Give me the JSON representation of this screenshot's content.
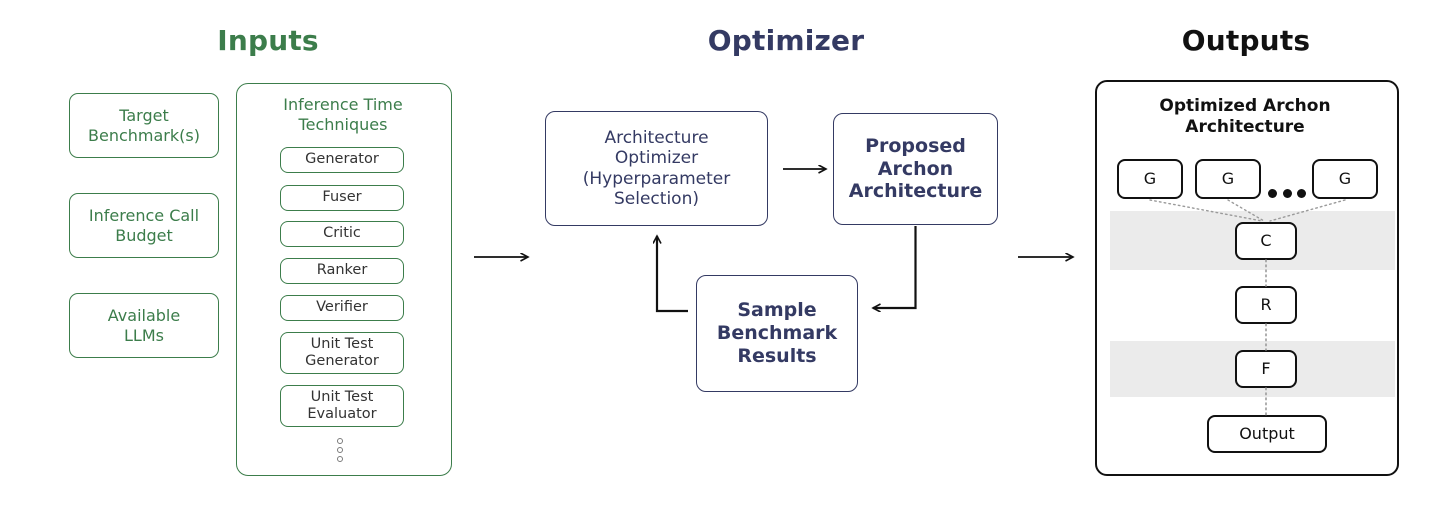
{
  "sections": {
    "inputs": {
      "title": "Inputs",
      "color": "#3c7d4b"
    },
    "optimizer": {
      "title": "Optimizer",
      "color": "#343a63"
    },
    "outputs": {
      "title": "Outputs",
      "color": "#111111"
    }
  },
  "inputs": {
    "cards": [
      {
        "label": "Target\nBenchmark(s)"
      },
      {
        "label": "Inference Call\nBudget"
      },
      {
        "label": "Available\nLLMs"
      }
    ],
    "techniques_panel": {
      "title": "Inference Time\nTechniques",
      "items": [
        {
          "label": "Generator"
        },
        {
          "label": "Fuser"
        },
        {
          "label": "Critic"
        },
        {
          "label": "Ranker"
        },
        {
          "label": "Verifier"
        },
        {
          "label": "Unit Test\nGenerator"
        },
        {
          "label": "Unit Test\nEvaluator"
        }
      ],
      "ellipsis": "vertical-dots"
    }
  },
  "optimizer": {
    "architecture_optimizer": {
      "label": "Architecture\nOptimizer\n(Hyperparameter\nSelection)"
    },
    "proposed_architecture": {
      "label": "Proposed\nArchon\nArchitecture"
    },
    "sample_results": {
      "label": "Sample\nBenchmark\nResults"
    }
  },
  "outputs": {
    "panel_title": "Optimized Archon\nArchitecture",
    "generators": [
      {
        "label": "G"
      },
      {
        "label": "G"
      },
      {
        "label": "G"
      }
    ],
    "ellipsis": "horizontal-dots",
    "stages": [
      {
        "label": "C",
        "banded": true
      },
      {
        "label": "R",
        "banded": false
      },
      {
        "label": "F",
        "banded": true
      }
    ],
    "final": {
      "label": "Output"
    },
    "band_color": "#ebebeb"
  },
  "arrows": {
    "inputs_to_optimizer": "arrow-right",
    "optimizer_to_outputs": "arrow-right",
    "optimizer_to_proposed": "arrow-right",
    "proposed_to_sample": "arrow-down-left",
    "sample_to_optimizer": "arrow-left-up"
  }
}
